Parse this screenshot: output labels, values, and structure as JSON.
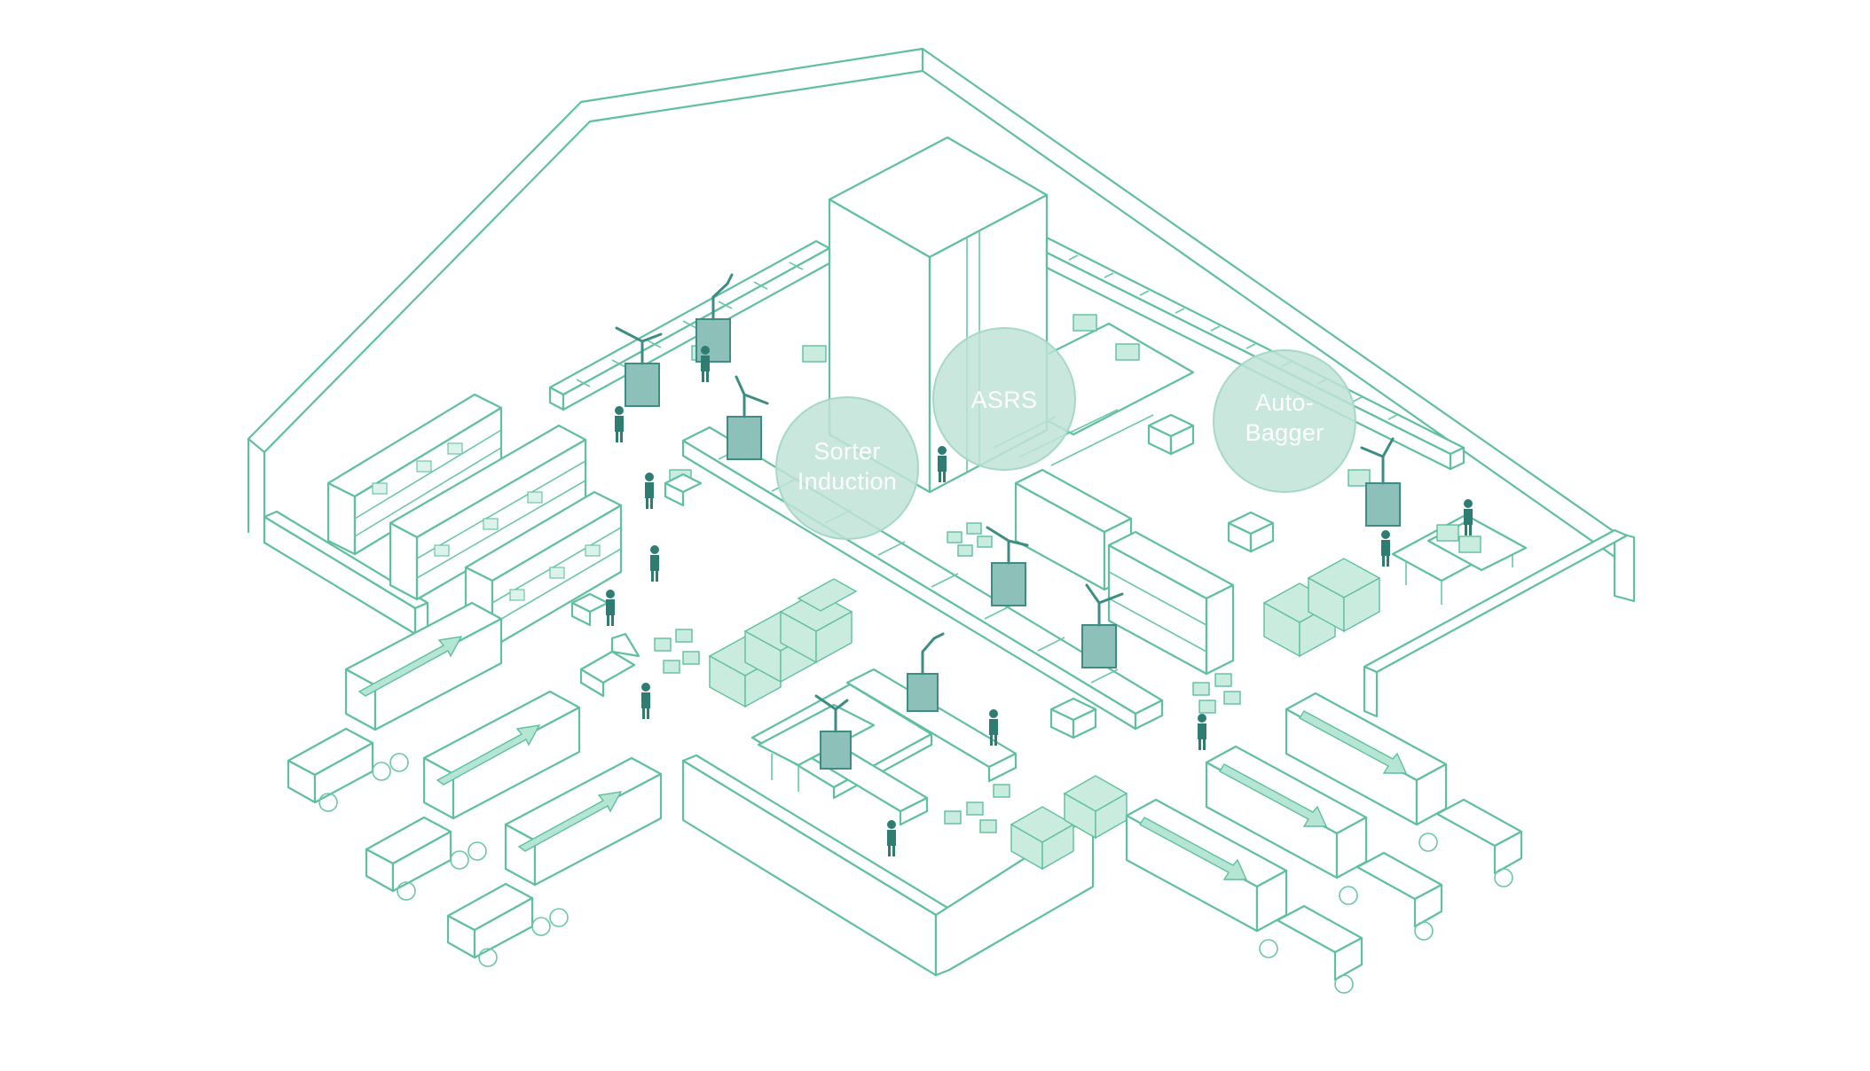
{
  "colors": {
    "line": "#5fbf9f",
    "box_fill": "#c9ecdf",
    "robot": "#3d8d84",
    "person": "#2f7c72",
    "highlight_circle": "#bfe3d6",
    "label_text": "#ffffff"
  },
  "highlights": {
    "sorter_induction": {
      "line1": "Sorter",
      "line2": "Induction"
    },
    "asrs": {
      "line1": "ASRS"
    },
    "auto_bagger": {
      "line1": "Auto-",
      "line2": "Bagger"
    }
  }
}
